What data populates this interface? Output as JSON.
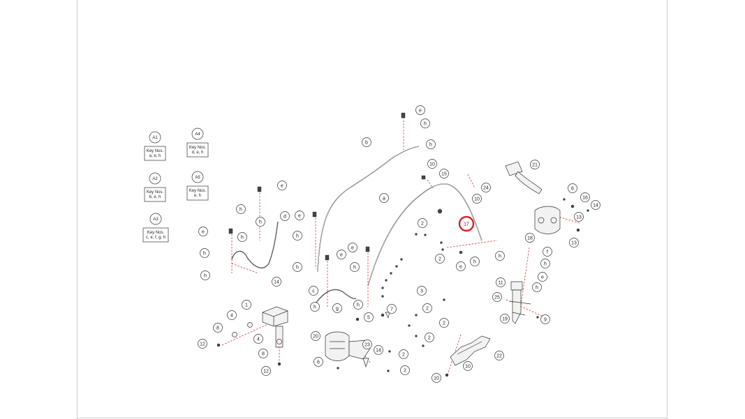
{
  "assemblies": [
    {
      "code": "A1",
      "keys": [
        "Key Nos.",
        "a, e, h"
      ]
    },
    {
      "code": "A4",
      "keys": [
        "Key Nos.",
        "d, e, h"
      ]
    },
    {
      "code": "A2",
      "keys": [
        "Key Nos.",
        "b, e, h"
      ]
    },
    {
      "code": "A5",
      "keys": [
        "Key Nos.",
        "e, h"
      ]
    },
    {
      "code": "A3",
      "keys": [
        "Key Nos.",
        "c, e, f, g, h"
      ]
    }
  ],
  "callouts": [
    "e",
    "h",
    "h",
    "d",
    "h",
    "e",
    "h",
    "h",
    "14",
    "e",
    "h",
    "h",
    "e",
    "e",
    "h",
    "c",
    "h",
    "g",
    "h",
    "5",
    "e",
    "h",
    "h",
    "b",
    "10",
    "15",
    "24",
    "10",
    "a",
    "17",
    "2",
    "2",
    "2",
    "e",
    "h",
    "h",
    "3",
    "7",
    "2",
    "2",
    "2",
    "2",
    "23",
    "14",
    "21",
    "6",
    "16",
    "14",
    "13",
    "13",
    "18",
    "f",
    "h",
    "e",
    "h",
    "11",
    "25",
    "19",
    "9",
    "22",
    "10",
    "10",
    "1",
    "4",
    "8",
    "4",
    "12",
    "8",
    "12",
    "20",
    "6"
  ],
  "highlight": {
    "label": "17",
    "color": "#d42020"
  }
}
